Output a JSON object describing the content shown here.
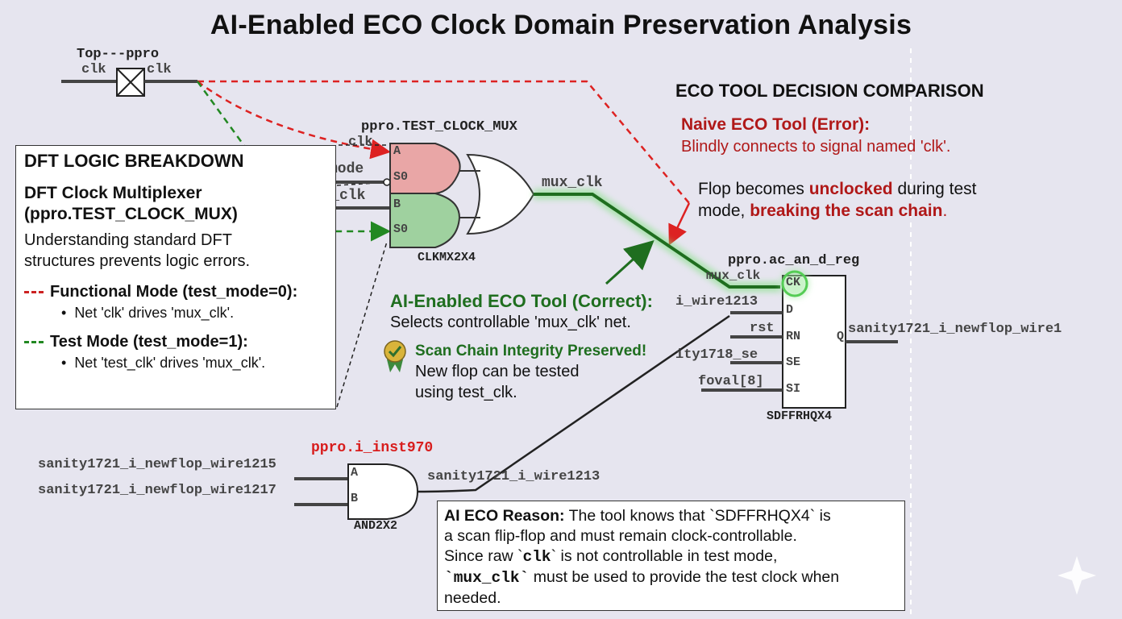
{
  "title": "AI-Enabled ECO Clock Domain Preservation Analysis",
  "colors": {
    "error": "#b01818",
    "correct": "#1f6e1f",
    "mux_and": "#e9a6a6",
    "mux_or": "#9fd19f",
    "glow": "#7fe07f"
  },
  "top_ppro": {
    "label": "Top---ppro",
    "left_pin": "clk",
    "right_pin": "clk"
  },
  "mux": {
    "instance": "ppro.TEST_CLOCK_MUX",
    "cell": "CLKMX2X4",
    "pins": [
      "A",
      "S0",
      "B",
      "S0"
    ],
    "nets": [
      "clk",
      "test_mode",
      "test_clk"
    ],
    "output": "mux_clk"
  },
  "flop": {
    "instance": "ppro.ac_an_d_reg",
    "cell": "SDFFRHQX4",
    "pins": [
      "CK",
      "D",
      "RN",
      "SE",
      "SI",
      "Q"
    ],
    "nets": [
      "mux_clk",
      "i_wire1213",
      "rst",
      "ity1718_se",
      "foval[8]"
    ],
    "output": "sanity1721_i_newflop_wire1"
  },
  "and_gate": {
    "instance": "ppro.i_inst970",
    "cell": "AND2X2",
    "pins": [
      "A",
      "B"
    ],
    "inputs": [
      "sanity1721_i_newflop_wire1215",
      "sanity1721_i_newflop_wire1217"
    ],
    "output": "sanity1721_i_wire1213"
  },
  "dft_panel": {
    "heading": "DFT LOGIC BREAKDOWN",
    "subheading_line1": "DFT Clock Multiplexer",
    "subheading_line2": "(ppro.TEST_CLOCK_MUX)",
    "desc_line1": "Understanding standard DFT",
    "desc_line2": "structures prevents logic errors.",
    "functional_mode": "Functional Mode (test_mode=0):",
    "functional_bullet": "Net 'clk' drives 'mux_clk'.",
    "test_mode": "Test Mode (test_mode=1):",
    "test_bullet": "Net 'test_clk' drives 'mux_clk'."
  },
  "comparison": {
    "heading": "ECO TOOL DECISION COMPARISON",
    "naive_title": "Naive ECO Tool (Error):",
    "naive_desc": "Blindly connects to signal named 'clk'.",
    "flop_line1_a": "Flop becomes ",
    "flop_line1_b": "unclocked",
    "flop_line1_c": " during test",
    "flop_line2_a": "mode, ",
    "flop_line2_b": "breaking the scan chain",
    "flop_line2_c": "."
  },
  "ai_tool": {
    "title": "AI-Enabled ECO Tool (Correct):",
    "desc": "Selects controllable 'mux_clk' net.",
    "badge_title": "Scan Chain Integrity Preserved!",
    "badge_line1": "New flop can be tested",
    "badge_line2": "using test_clk."
  },
  "reason": {
    "label": "AI ECO Reason:",
    "t1": " The tool knows that `SDFFRHQX4` is",
    "t2": "a scan flip-flop and must remain clock-controllable.",
    "t3": "Since raw `",
    "t3_code": "clk",
    "t3_end": "` is not controllable in test mode,",
    "t4_code": "`mux_clk`",
    "t4_end": " must be used to provide the test clock when",
    "t5": "needed."
  }
}
